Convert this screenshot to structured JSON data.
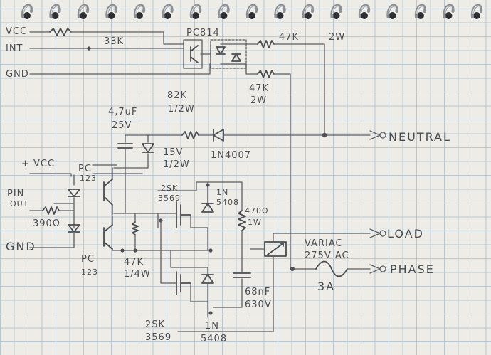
{
  "labels": {
    "vcc_top": "VCC",
    "int": "INT",
    "gnd_top": "GND",
    "r33k": "33K",
    "pc814": "PC814",
    "r47k_top": "47K",
    "w2_top": "2W",
    "r47k_mid": "47K",
    "w2_mid": "2W",
    "r82k": "82K",
    "w12_82k": "1/2W",
    "cap_val": "4,7uF",
    "cap_volt": "25V",
    "z15v": "15V",
    "z12w": "1/2W",
    "d1n4007": "1N4007",
    "neutral": "NEUTRAL",
    "plus_vcc": "+ VCC",
    "pc123_top": "PC",
    "pc123_top_num": "123",
    "pin_out": "PIN",
    "out": "OUT",
    "r390": "390Ω",
    "gnd_bot": "GND",
    "pc123_bot": "PC",
    "pc123_bot_num": "123",
    "t2sk_top": "2SK",
    "t3569_top": "3569",
    "r47k_bot": "47K",
    "w14": "1/4W",
    "d1n_top": "1N",
    "d5408_top": "5408",
    "r470": "470Ω",
    "w1": "1W",
    "load": "LOAD",
    "variac": "VARIAC",
    "variac_v": "275V AC",
    "phase": "PHASE",
    "fuse": "3A",
    "c68nf": "68nF",
    "c630v": "630V",
    "t2sk_bot": "2SK",
    "t3569_bot": "3569",
    "d1n_bot": "1N",
    "d5408_bot": "5408"
  }
}
